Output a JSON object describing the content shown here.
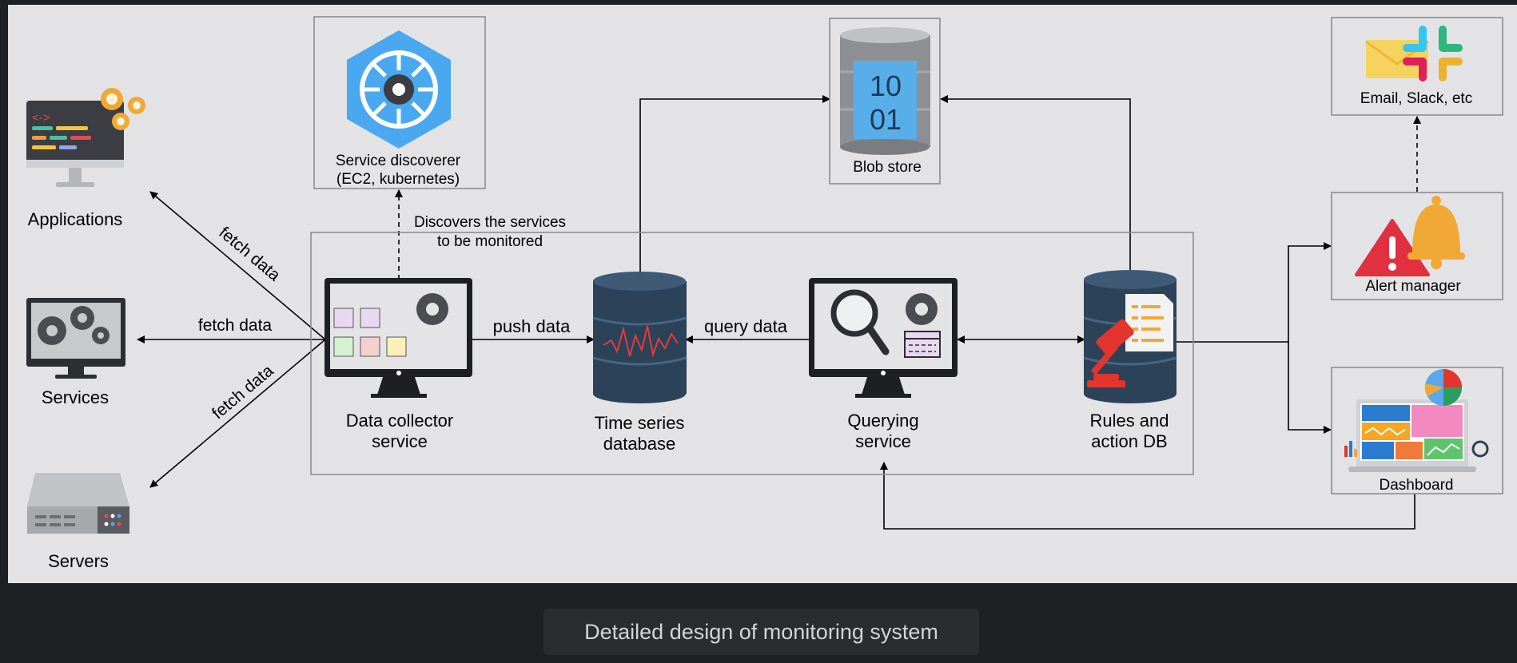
{
  "diagram": {
    "nodes": {
      "applications": "Applications",
      "services": "Services",
      "servers": "Servers",
      "service_discoverer": [
        "Service discoverer",
        "(EC2, kubernetes)"
      ],
      "blob_store": "Blob store",
      "email_slack": "Email, Slack, etc",
      "alert_manager": "Alert manager",
      "dashboard": "Dashboard",
      "data_collector": [
        "Data collector",
        "service"
      ],
      "time_series_db": [
        "Time series",
        "database"
      ],
      "querying_service": [
        "Querying",
        "service"
      ],
      "rules_db": [
        "Rules and",
        "action DB"
      ]
    },
    "edges": {
      "fetch_data": "fetch data",
      "push_data": "push data",
      "query_data": "query data",
      "discovers": [
        "Discovers the services",
        "to be monitored"
      ]
    },
    "blob_digits": [
      "10",
      "01"
    ]
  },
  "caption": "Detailed design of monitoring system"
}
